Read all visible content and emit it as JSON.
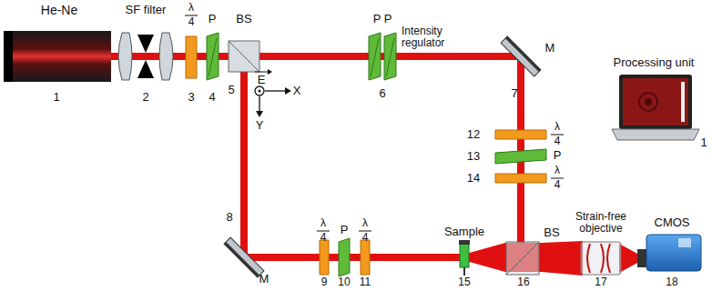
{
  "diagram": {
    "labels": [
      "He-Ne",
      "1",
      "SF filter",
      "2",
      "λ",
      "4",
      "3",
      "P",
      "4",
      "BS",
      "5",
      "E",
      "X",
      "Y",
      "P P",
      "Intensity regulator",
      "6",
      "M",
      "7",
      "12",
      "λ",
      "4",
      "13",
      "P",
      "14",
      "λ",
      "4",
      "Processing unit",
      "1",
      "M",
      "8",
      "λ",
      "4",
      "P",
      "λ",
      "4",
      "9",
      "10",
      "11",
      "Sample",
      "15",
      "BS",
      "16",
      "Strain-free objective",
      "17",
      "CMOS",
      "18"
    ]
  }
}
